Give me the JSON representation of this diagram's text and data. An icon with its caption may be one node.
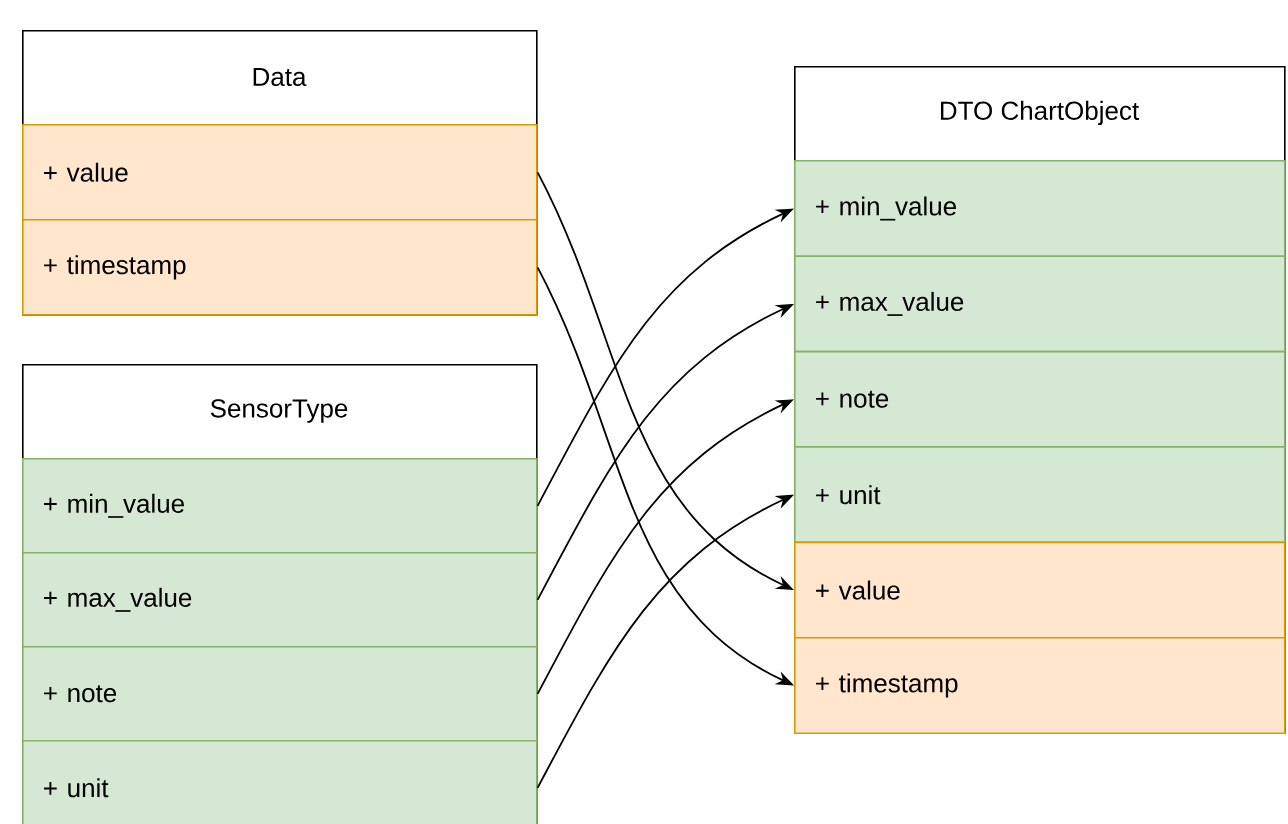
{
  "diagram": {
    "nodes": [
      {
        "text": [
          "Data"
        ]
      },
      {
        "text": [
          "+ value"
        ],
        "in": 0
      },
      {
        "text": [
          "+ timestamp"
        ],
        "in": 0
      },
      {
        "text": [
          "SensorType"
        ]
      },
      {
        "text": [
          "+ min_value"
        ],
        "in": 3
      },
      {
        "text": [
          "+ max_value"
        ],
        "in": 3
      },
      {
        "text": [
          "+ note"
        ],
        "in": 3
      },
      {
        "text": [
          "+ unit"
        ],
        "in": 3
      },
      {
        "text": [
          "DTO ChartObject"
        ]
      },
      {
        "text": [
          "+ min_value"
        ],
        "in": 8
      },
      {
        "text": [
          "+ max_value"
        ],
        "in": 8
      },
      {
        "text": [
          "+ note"
        ],
        "in": 8
      },
      {
        "text": [
          "+ unit"
        ],
        "in": 8
      },
      {
        "text": [
          "+ value"
        ],
        "in": 8
      },
      {
        "text": [
          "+ timestamp"
        ],
        "in": 8
      }
    ],
    "edges": [
      {
        "from": 1,
        "to": 13,
        "arrow": "to"
      },
      {
        "from": 2,
        "to": 14,
        "arrow": "to"
      },
      {
        "from": 4,
        "to": 9,
        "arrow": "to"
      },
      {
        "from": 5,
        "to": 10,
        "arrow": "to"
      },
      {
        "from": 6,
        "to": 11,
        "arrow": "to"
      },
      {
        "from": 7,
        "to": 12,
        "arrow": "to"
      }
    ]
  }
}
